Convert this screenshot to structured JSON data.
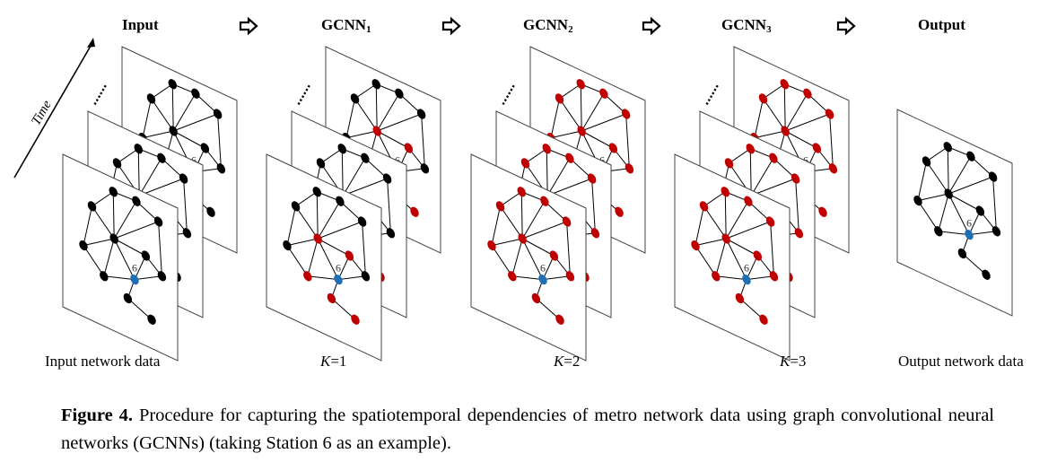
{
  "headers": {
    "input": "Input",
    "gcnn1": "GCNN",
    "gcnn1_sub": "1",
    "gcnn2": "GCNN",
    "gcnn2_sub": "2",
    "gcnn3": "GCNN",
    "gcnn3_sub": "3",
    "output": "Output"
  },
  "time_label": "Time",
  "ellipsis": "......",
  "node_label": "6",
  "stage_labels": {
    "input": "Input network data",
    "k_symbol": "K",
    "k1": "=1",
    "k2": "=2",
    "k3": "=3",
    "output": "Output network data"
  },
  "caption": {
    "figure_label": "Figure 4.",
    "text": "Procedure for capturing the spatiotemporal dependencies of metro network data using graph convolutional neural networks (GCNNs) (taking Station 6 as an example)."
  },
  "colors": {
    "black_node": "#000000",
    "red_node": "#c00000",
    "blue_node": "#1f6fb5",
    "plane_border": "#444444"
  },
  "arrow_icon": "right-block-arrow-icon"
}
